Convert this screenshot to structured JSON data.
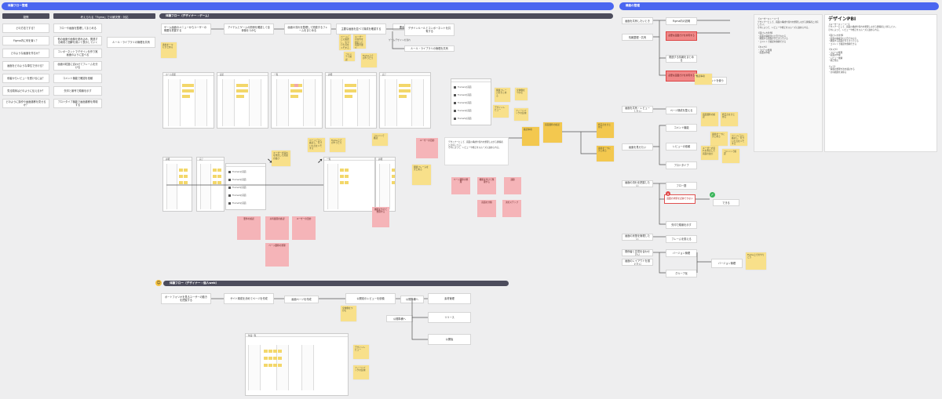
{
  "banners": {
    "left": "体験フロー整理",
    "right": "機能の整理",
    "flow1": "体験フロー（デザイナー・ゲーム）",
    "flow2": "体験フロー（デザイナー・個人web）"
  },
  "columns": {
    "col1_head": "疑問",
    "col2_head": "考えられる「Figma」での解決策・対応",
    "col1_items": [
      "どの方法でする？",
      "Figma内に何を置く？",
      "どのような画面を作るか？",
      "画面をどのような単位で分ける？",
      "他者からレビューを受けるには？",
      "見る順序はどのように伝えるか？",
      "どのように操作や画面遷移を見せるか？"
    ],
    "col2_items": [
      "フローや画面を整理してまとめる",
      "他の画面や画像を読み込み、関連する構成と図解を用いて表示していく",
      "コンポーネントでデザインを作り実画面のように並べる",
      "画面の粒度に合わせてフレームを分ける",
      "コメント機能で確認を依頼",
      "矢印と番号で順番を示す",
      "プロトタイプ機能で画面遷移を再現する"
    ]
  },
  "flow1": {
    "nodes": [
      "ゲーム画面のメニューからユーザーの概要を把握する",
      "アイテムとゲームの関係を確認して全体像をつかむ",
      "画面の流れを整理して関連するフレームをまとめる",
      "主要な画面を並べて構成を確認する",
      "要素ごとに分類",
      "デザインルールとコンポーネントを共有する",
      "ルール・ライブラリの管理を共有"
    ],
    "sub_label": "ゲームデザインの流れ",
    "list_items": [
      "Frame1の画面",
      "Frame2の画面",
      "Frame3の画面",
      "Frame4の画面",
      "Frame5の画面"
    ],
    "frame_titles": [
      "ホーム画面",
      "設定",
      "一覧",
      "詳細",
      "完了",
      "一覧",
      "詳細"
    ]
  },
  "flow2": {
    "nodes": [
      "ポートフォリオを見るユーザーの動きを把握する",
      "サイト構成を決めてページを作成",
      "画面ページを作成",
      "公開前のレビューを依頼",
      "公開準備へ",
      "素材管理",
      "リリース"
    ],
    "sub_label": "公開後",
    "frame_title": "作品一覧"
  },
  "stickies": {
    "a": "素材を一つにまとめる",
    "b": "ページごとに確認し、気づいた点をメモする",
    "c": "ユーザーの流れを想定した画面の並び",
    "d": "コメントで確認",
    "e": "Figma上でのやりとり",
    "f": "関連フレームをまとめる",
    "g": "全体像をつかむ",
    "h": "デザインレビュー",
    "i": "フィードバックの反映",
    "j": "確認事項",
    "k": "画面遷移の確認",
    "l": "修正点をまとめる"
  },
  "pinks": [
    "ユーザーの目的",
    "ページ遷移の整理",
    "機能を分けて整理する",
    "課題",
    "画面の分類",
    "次のステップ",
    "要件の確認",
    "共有範囲の確認"
  ],
  "mind": {
    "root_items": [
      "画面を共有したいとき",
      "情報整理・共有",
      "画面を共有・レビューしたい",
      "画面を見せたい",
      "画面の流れを把握したい",
      "画面の状態を管理したい",
      "関係者と意見を合わせたい",
      "画面のレイアウトを揃えたい"
    ],
    "nodes": [
      "Figma内の説明",
      "関連する情報をまとめる",
      "コンポーネントを使う",
      "ページ構成を整える",
      "コメント機能",
      "レビューの依頼",
      "プロトタイプ",
      "フロー図",
      "矢印で順番を示す",
      "フレームを揃える",
      "バージョン管理",
      "グループ化"
    ],
    "redbox": "必要な画面だけを共有する",
    "rednode": "画面の状態を記録できない",
    "check_label": "できる"
  },
  "panel": {
    "title": "デザインPBI",
    "lines": [
      "【ユーザーストーリー】",
      "デザイナーとして、画面の構成や流れを整理しながら関係者と共有したい。",
      "それによって、レビューや修正をスムーズに進められる。",
      "",
      "【受け入れ条件】",
      "・画面の構成がひと目でわかる",
      "・関連する画面がまとまっている",
      "・コメントで確認を依頼できる",
      "",
      "【タスク】",
      "・フローの整理",
      "・画面の作成",
      "・レビュー依頼",
      "・修正対応",
      "",
      "【メモ】",
      "・情報の整理方法を検討する",
      "・共有範囲を決める"
    ]
  }
}
